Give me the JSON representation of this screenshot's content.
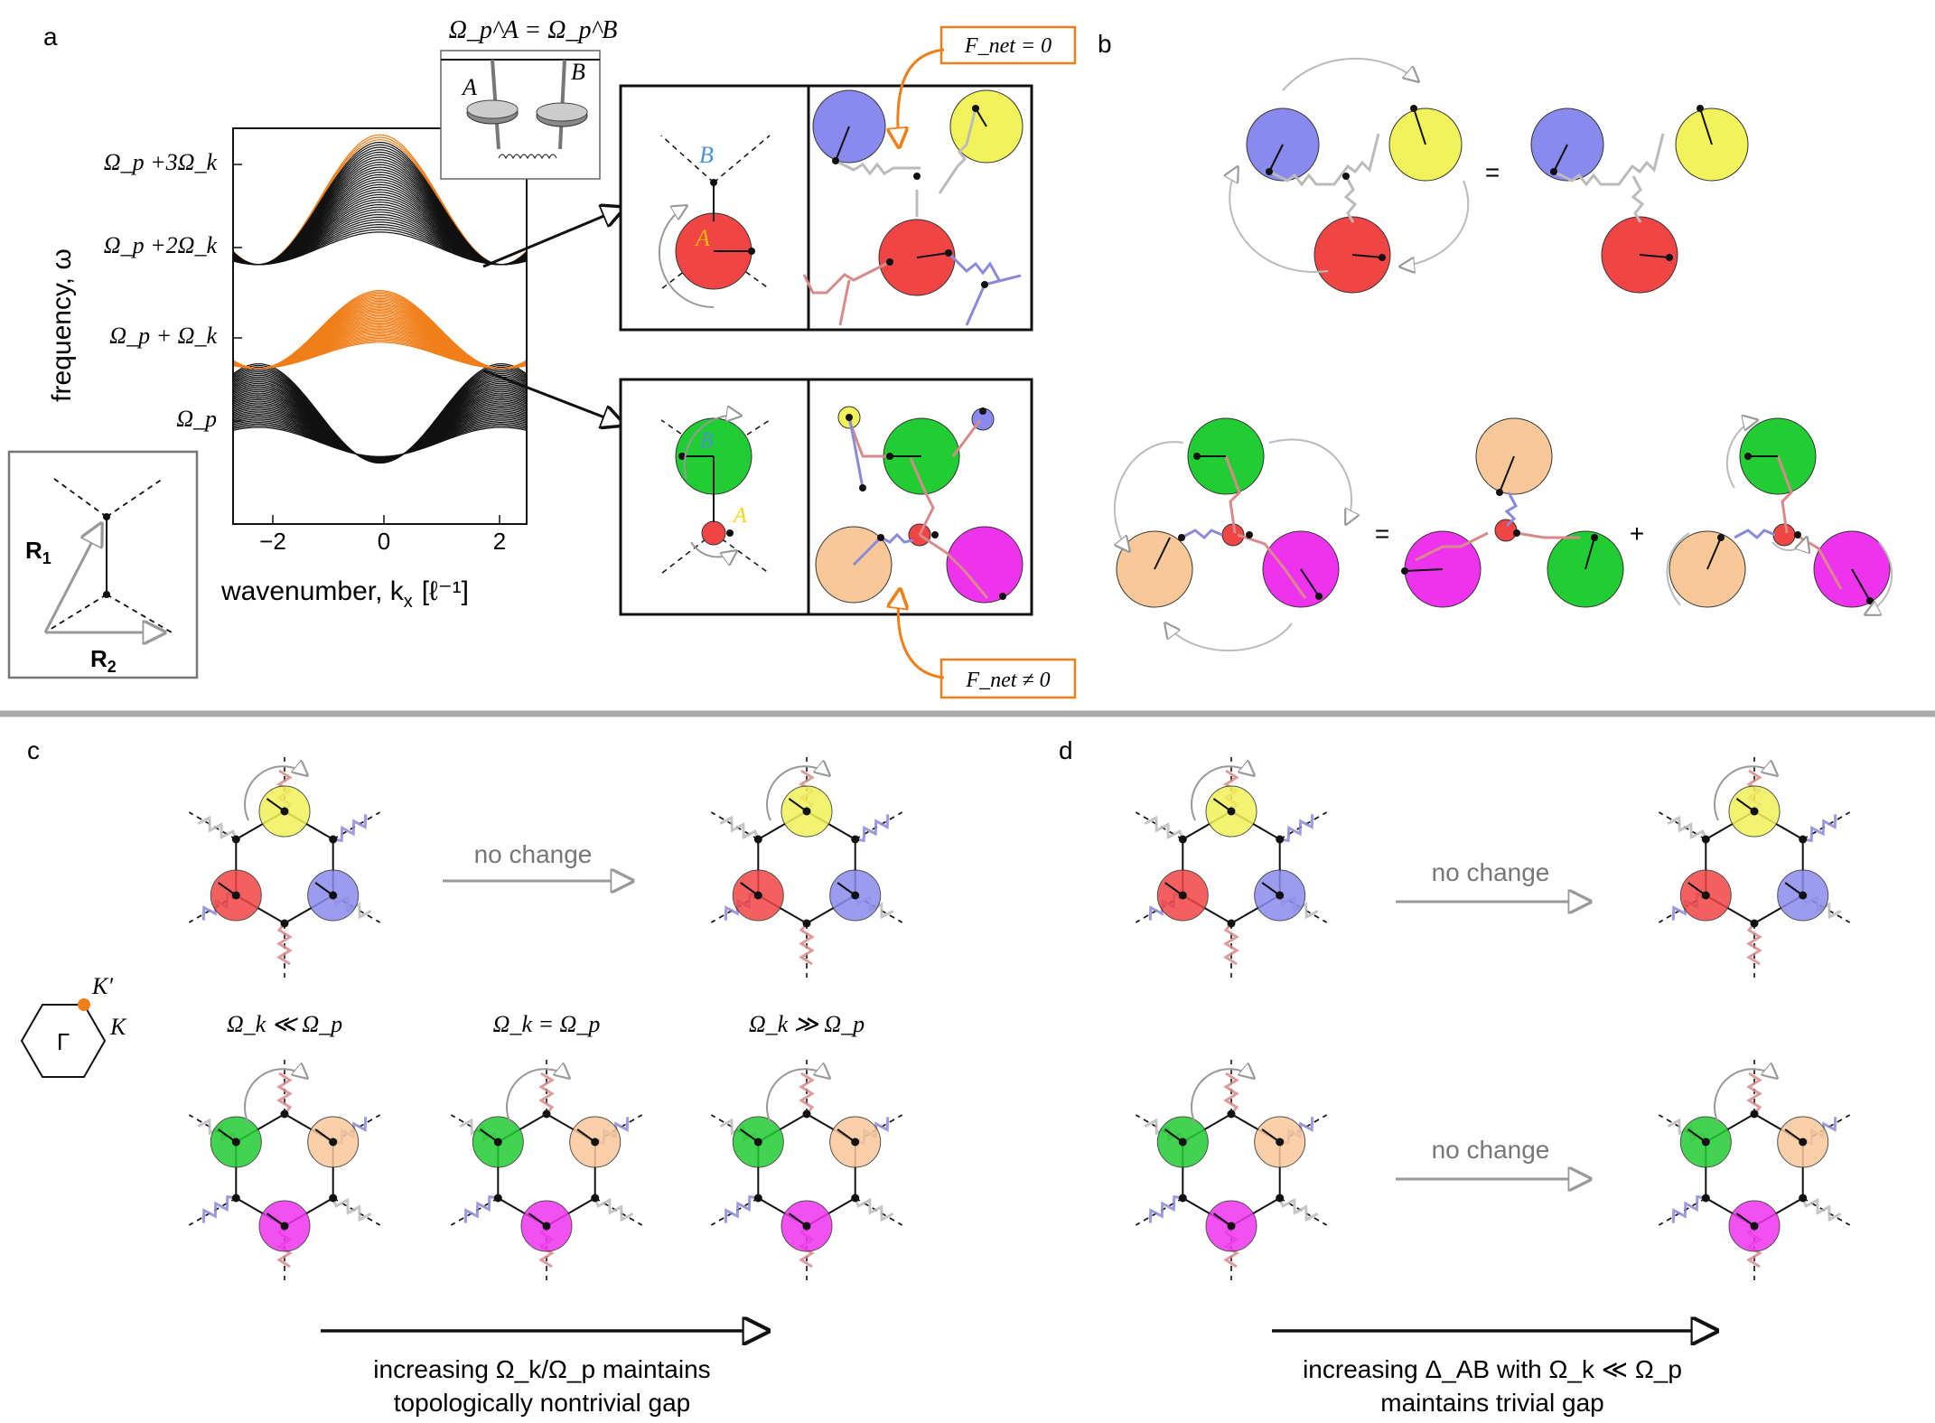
{
  "panels": {
    "a": "a",
    "b": "b",
    "c": "c",
    "d": "d"
  },
  "colors": {
    "band_black": "#111111",
    "band_orange": "#f07f1a",
    "red": "#f04545",
    "blue": "#8a8aee",
    "yellow": "#f2f25a",
    "green": "#22cc33",
    "peach": "#f8c898",
    "magenta": "#ee33ee",
    "spring_red": "#d88a8a",
    "spring_blue": "#8a8ad8",
    "spring_gray": "#bbbbbb",
    "arrow_gray": "#999999",
    "callout_orange": "#f07f1a"
  },
  "panel_a": {
    "ylabel": "frequency, ω",
    "xlabel": "wavenumber, k",
    "xlabel_sub": "x",
    "xlabel_unit": "[ℓ⁻¹]",
    "yticks": [
      "Ω_p +3Ω_k",
      "Ω_p +2Ω_k",
      "Ω_p + Ω_k",
      "Ω_p"
    ],
    "xticks": [
      "−2",
      "0",
      "2"
    ],
    "inset_title": "Ω_p^A = Ω_p^B",
    "inset_A": "A",
    "inset_B": "B",
    "lattice_R1": "R",
    "lattice_R1_sub": "1",
    "lattice_R2": "R",
    "lattice_R2_sub": "2",
    "site_A": "A",
    "site_B": "B",
    "callout_top": "F_net = 0",
    "callout_bottom": "F_net ≠ 0"
  },
  "panel_b": {
    "eq": "=",
    "plus": "+"
  },
  "panel_c": {
    "arrow_label": "no change",
    "regime_low": "Ω_k ≪ Ω_p",
    "regime_eq": "Ω_k = Ω_p",
    "regime_high": "Ω_k ≫ Ω_p",
    "bz_K": "K",
    "bz_Kp": "K′",
    "bz_Gamma": "Γ",
    "caption_line1": "increasing Ω_k/Ω_p maintains",
    "caption_line2": "topologically nontrivial gap"
  },
  "panel_d": {
    "arrow_label_top": "no change",
    "arrow_label_bottom": "no change",
    "caption_line1": "increasing Δ_AB with Ω_k ≪ Ω_p",
    "caption_line2": "maintains trivial gap"
  }
}
